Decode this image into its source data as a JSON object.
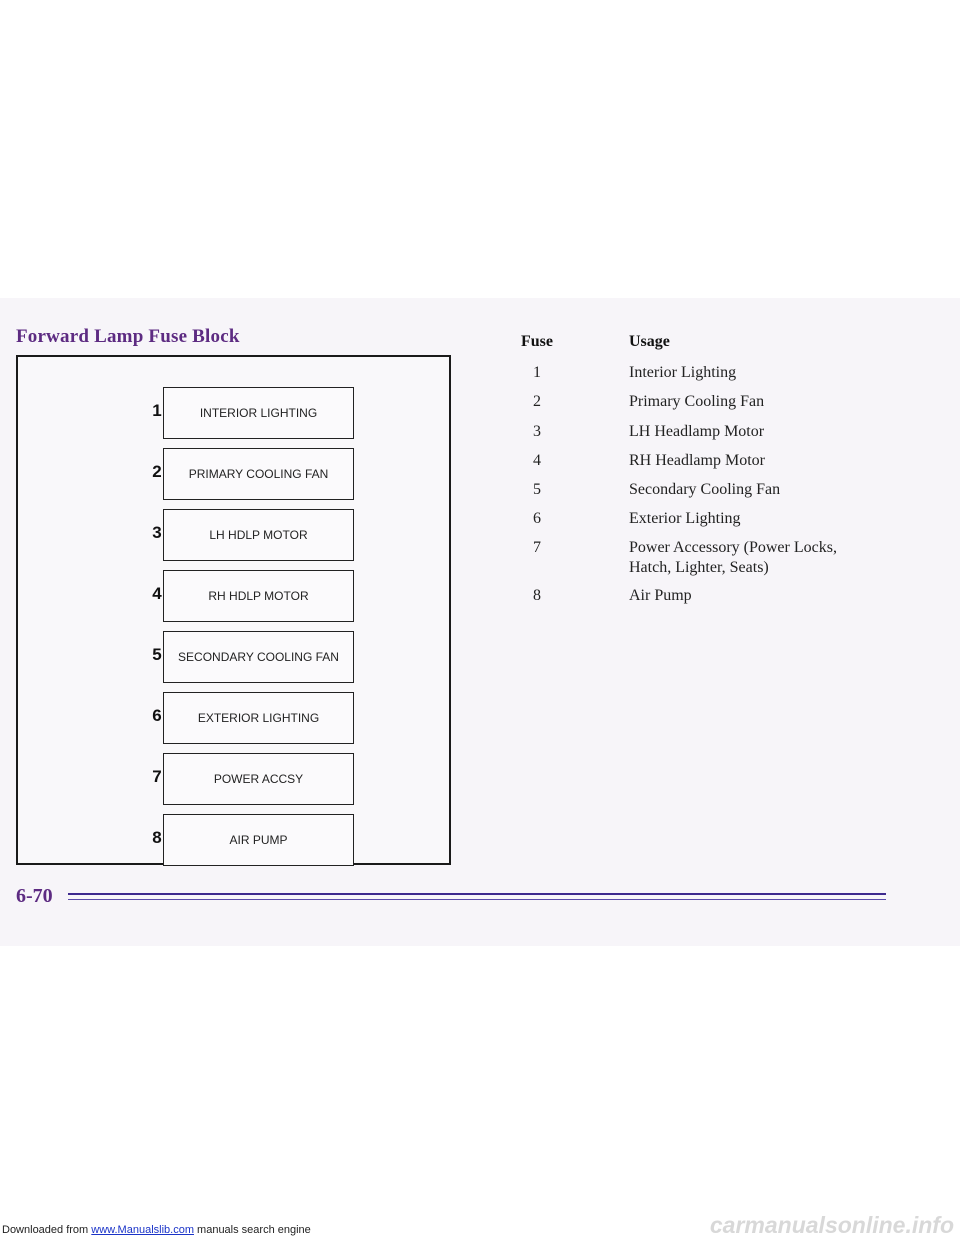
{
  "section": {
    "title": "Forward Lamp Fuse Block"
  },
  "diagram": {
    "fuses": [
      {
        "number": "1",
        "label": "INTERIOR LIGHTING"
      },
      {
        "number": "2",
        "label": "PRIMARY COOLING FAN"
      },
      {
        "number": "3",
        "label": "LH HDLP MOTOR"
      },
      {
        "number": "4",
        "label": "RH HDLP MOTOR"
      },
      {
        "number": "5",
        "label": "SECONDARY COOLING FAN"
      },
      {
        "number": "6",
        "label": "EXTERIOR LIGHTING"
      },
      {
        "number": "7",
        "label": "POWER ACCSY"
      },
      {
        "number": "8",
        "label": "AIR PUMP"
      }
    ]
  },
  "table": {
    "headers": {
      "fuse": "Fuse",
      "usage": "Usage"
    },
    "rows": [
      {
        "fuse": "1",
        "usage": "Interior Lighting"
      },
      {
        "fuse": "2",
        "usage": "Primary Cooling Fan"
      },
      {
        "fuse": "3",
        "usage": "LH Headlamp Motor"
      },
      {
        "fuse": "4",
        "usage": "RH Headlamp Motor"
      },
      {
        "fuse": "5",
        "usage": "Secondary Cooling Fan"
      },
      {
        "fuse": "6",
        "usage": "Exterior Lighting"
      },
      {
        "fuse": "7",
        "usage": "Power Accessory (Power Locks,",
        "usage_line2": "Hatch, Lighter, Seats)"
      },
      {
        "fuse": "8",
        "usage": "Air Pump"
      }
    ]
  },
  "footer": {
    "page_number": "6-70"
  },
  "download": {
    "prefix": "Downloaded from ",
    "link_text": "www.Manualslib.com",
    "suffix": " manuals search engine"
  },
  "watermark": {
    "text": "carmanualsonline.info"
  },
  "colors": {
    "title": "#5d2b82",
    "rule": "#3e2a8e",
    "link": "#1a33c8"
  }
}
